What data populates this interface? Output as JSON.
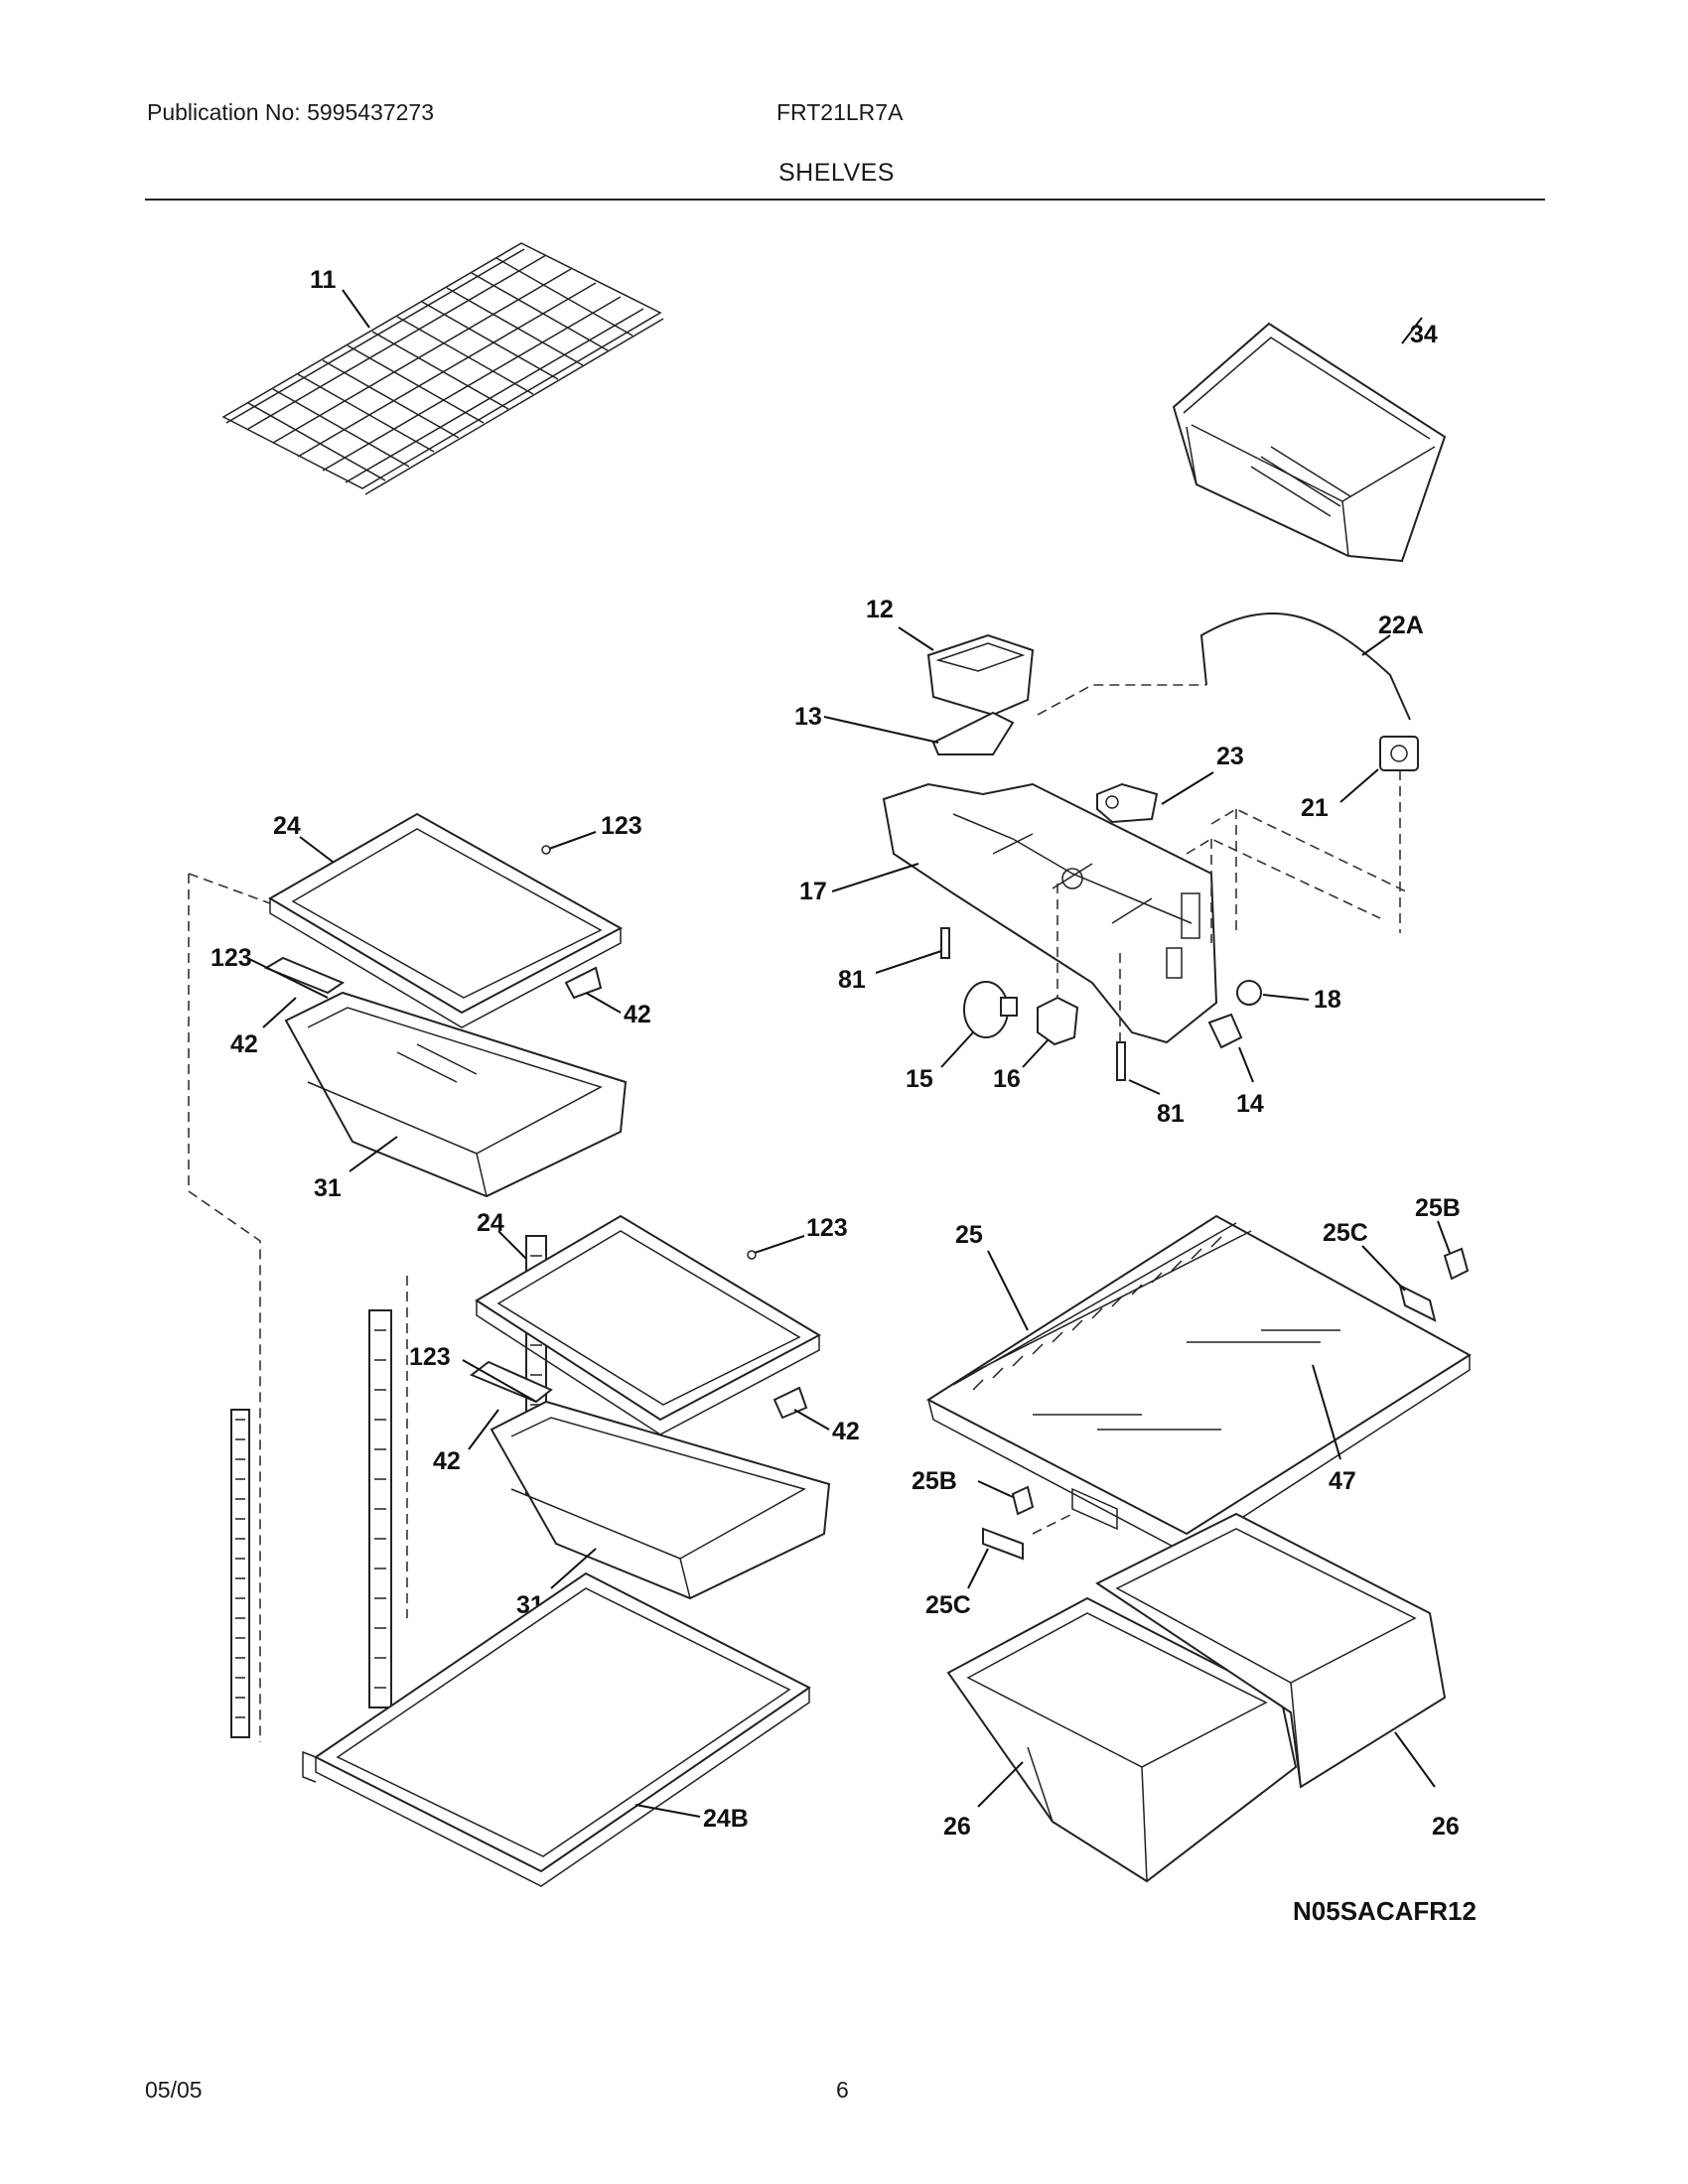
{
  "header": {
    "publication": "Publication No: 5995437273",
    "model": "FRT21LR7A",
    "section_title": "SHELVES"
  },
  "callouts": {
    "c11": "11",
    "c34": "34",
    "c12": "12",
    "c22A": "22A",
    "c13": "13",
    "c23": "23",
    "c21": "21",
    "c17": "17",
    "c81a": "81",
    "c81b": "81",
    "c15": "15",
    "c16": "16",
    "c14": "14",
    "c18": "18",
    "c24a": "24",
    "c123a": "123",
    "c123b": "123",
    "c42a": "42",
    "c42b": "42",
    "c31a": "31",
    "c24b": "24",
    "c123c": "123",
    "c123d": "123",
    "c42c": "42",
    "c42d": "42",
    "c31b": "31",
    "c24B": "24B",
    "c25": "25",
    "c25Ca": "25C",
    "c25Ba": "25B",
    "c47": "47",
    "c25Bb": "25B",
    "c25Cb": "25C",
    "c26a": "26",
    "c26b": "26"
  },
  "diagram_code": "N05SACAFR12",
  "footer": {
    "date": "05/05",
    "page": "6"
  }
}
